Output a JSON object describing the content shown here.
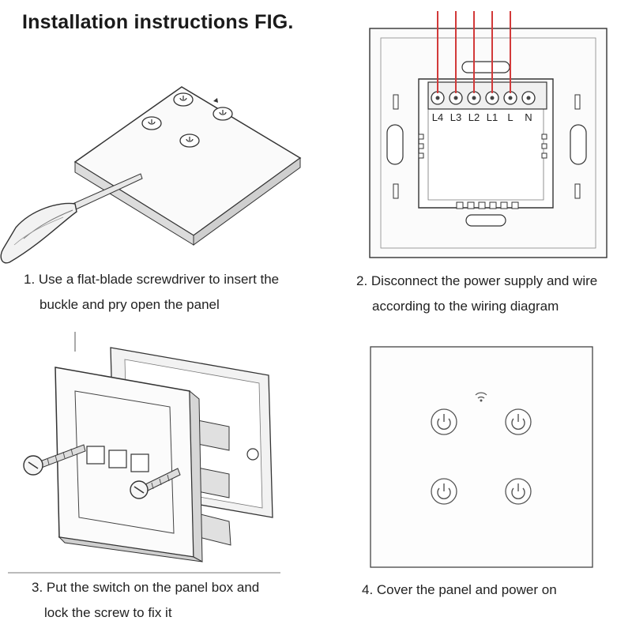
{
  "title": "Installation instructions FIG.",
  "steps": [
    {
      "line1": "1. Use a flat-blade screwdriver to insert the",
      "line2": "buckle and pry open the panel"
    },
    {
      "line1": "2. Disconnect the power supply and wire",
      "line2": "according to the wiring diagram"
    },
    {
      "line1": "3. Put the switch on the panel box and",
      "line2": "lock the screw to fix it"
    },
    {
      "line1": "4. Cover the panel and power on",
      "line2": ""
    }
  ],
  "terminals": [
    "L4",
    "L3",
    "L2",
    "L1",
    "L",
    "N"
  ],
  "colors": {
    "wire": "#d23a3a",
    "line": "#444444",
    "panel": "#fafafa"
  }
}
